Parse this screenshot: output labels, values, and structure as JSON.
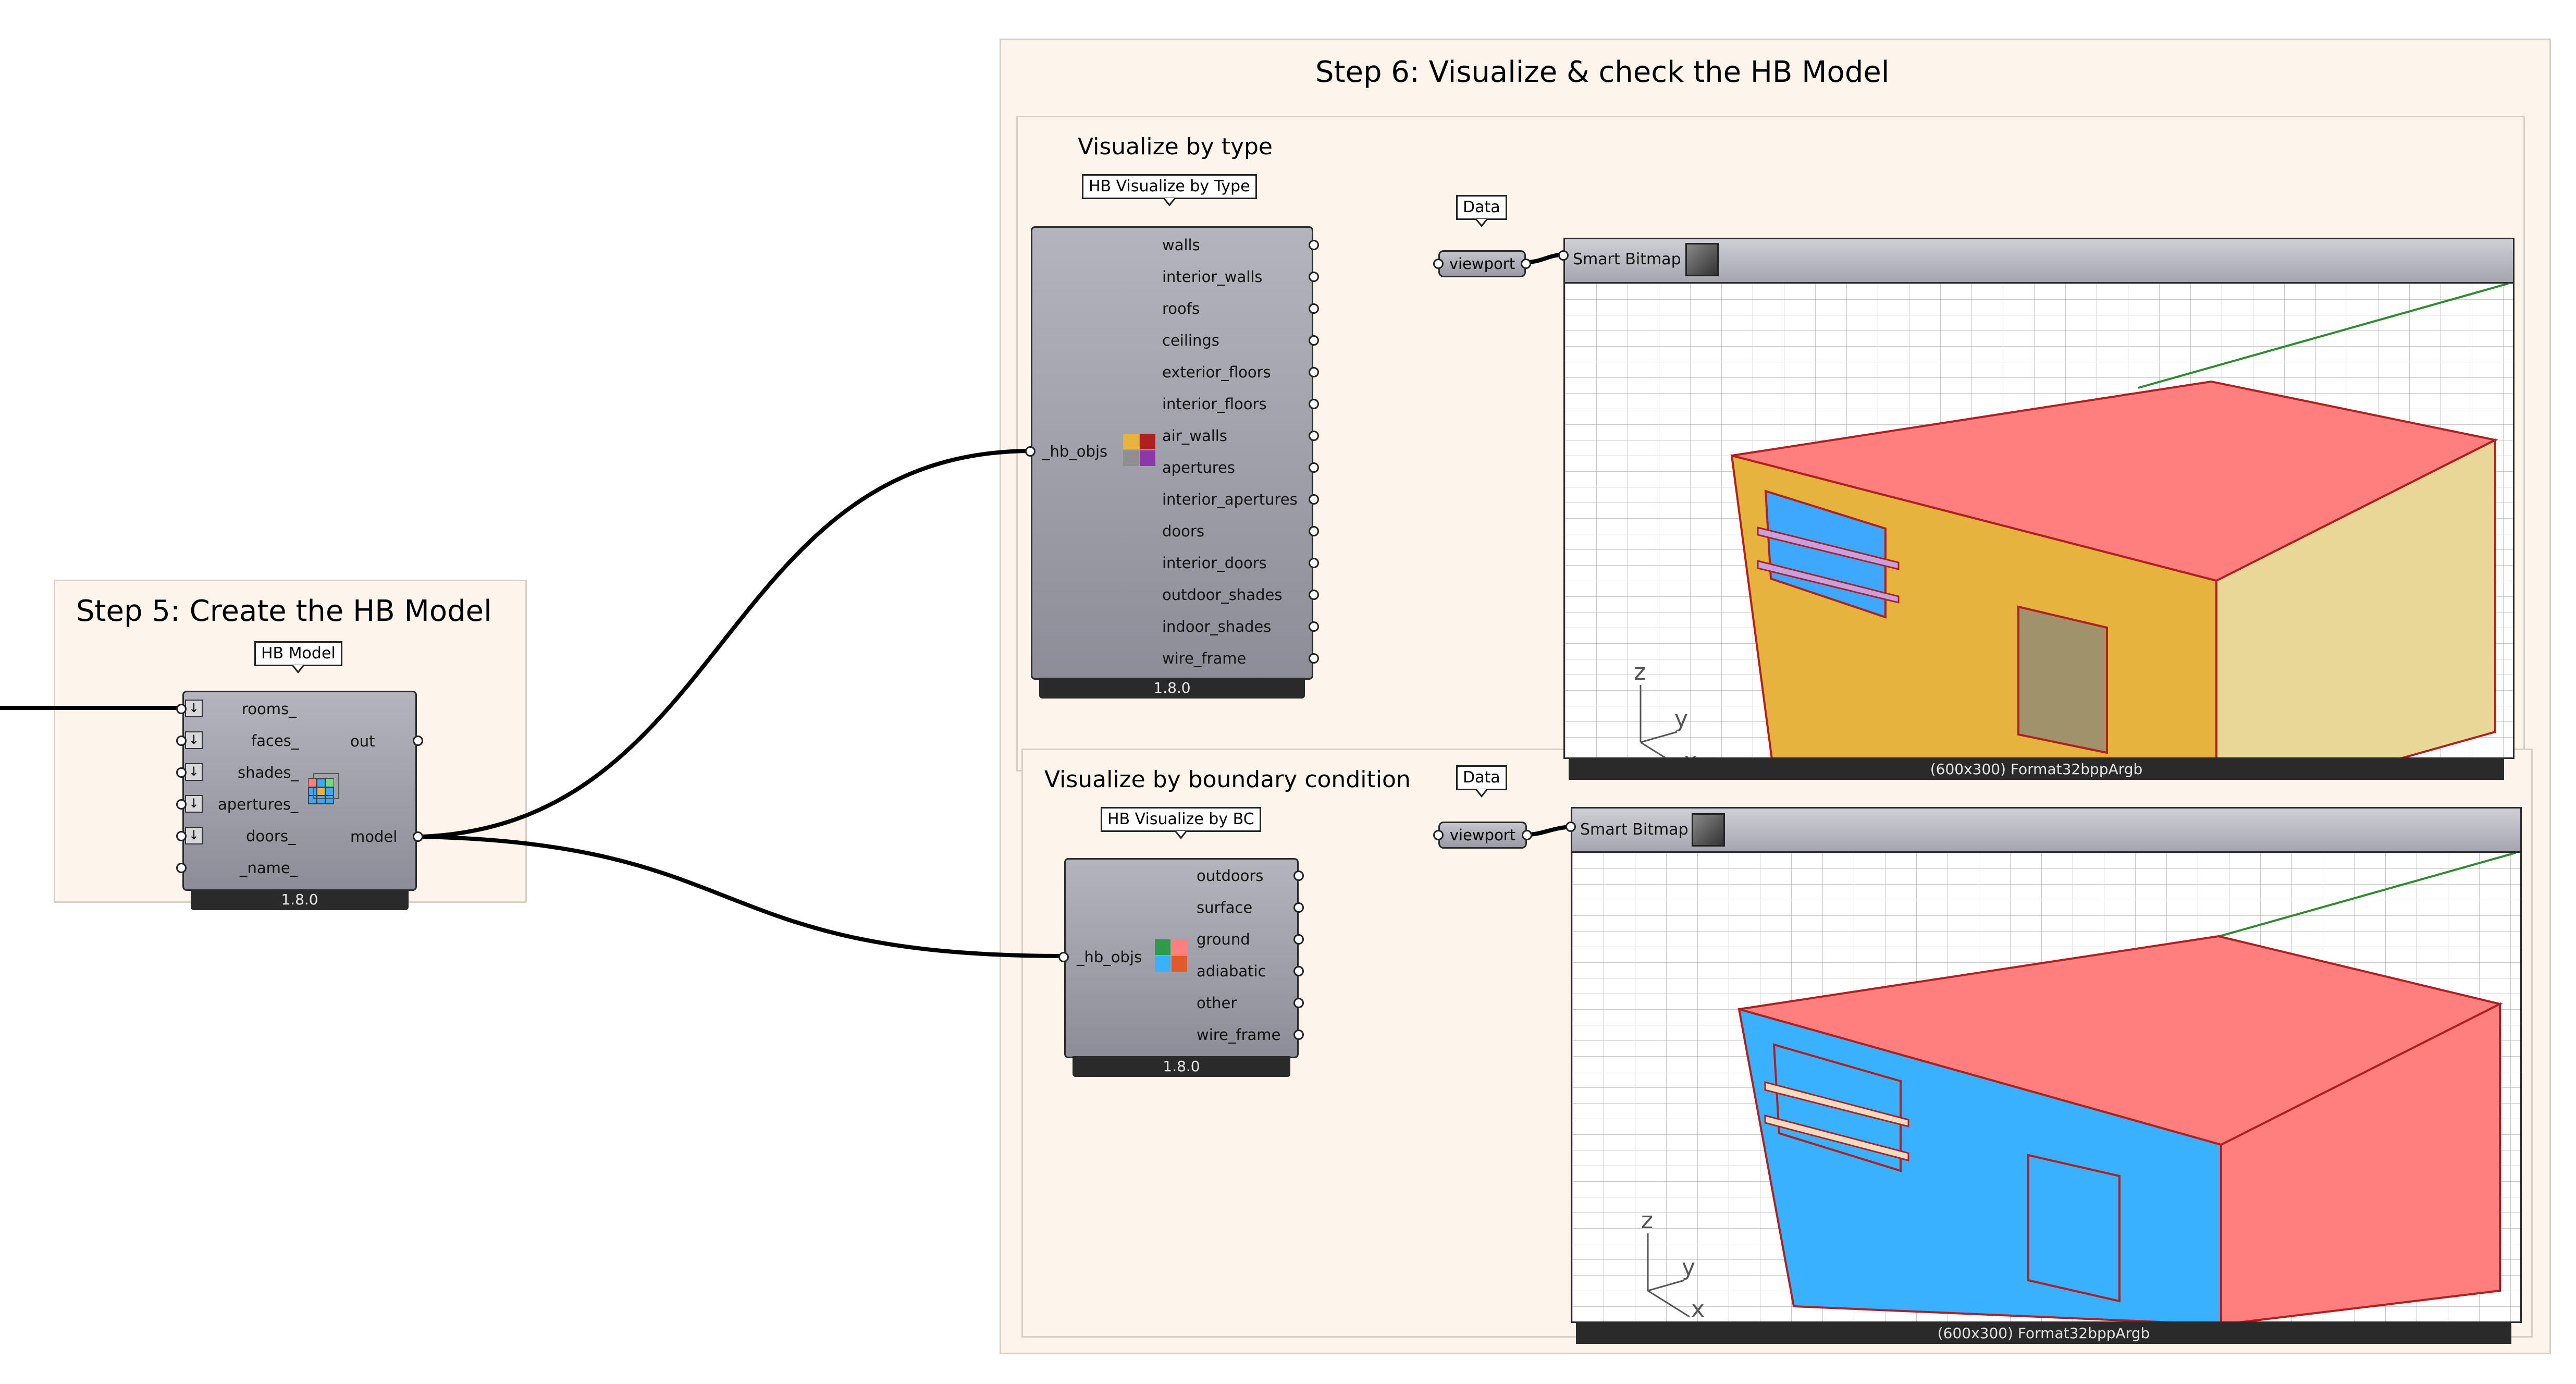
{
  "step5": {
    "title": "Step 5: Create the HB Model",
    "component": {
      "label": "HB Model",
      "inputs": [
        "rooms_",
        "faces_",
        "shades_",
        "apertures_",
        "doors_",
        "_name_"
      ],
      "outputs": [
        "out",
        "model"
      ],
      "version": "1.8.0"
    }
  },
  "step6": {
    "title": "Step 6: Visualize & check the HB Model",
    "by_type": {
      "title": "Visualize by type",
      "component": {
        "label": "HB Visualize by Type",
        "input": "_hb_objs",
        "outputs": [
          "walls",
          "interior_walls",
          "roofs",
          "ceilings",
          "exterior_floors",
          "interior_floors",
          "air_walls",
          "apertures",
          "interior_apertures",
          "doors",
          "interior_doors",
          "outdoor_shades",
          "indoor_shades",
          "wire_frame"
        ],
        "version": "1.8.0"
      },
      "data_label": "Data",
      "param": "viewport",
      "bitmap": {
        "title": "Smart Bitmap",
        "footer": "(600x300) Format32bppArgb"
      }
    },
    "by_bc": {
      "title": "Visualize by boundary condition",
      "component": {
        "label": "HB Visualize by BC",
        "input": "_hb_objs",
        "outputs": [
          "outdoors",
          "surface",
          "ground",
          "adiabatic",
          "other",
          "wire_frame"
        ],
        "version": "1.8.0"
      },
      "data_label": "Data",
      "param": "viewport",
      "bitmap": {
        "title": "Smart Bitmap",
        "footer": "(600x300) Format32bppArgb"
      }
    }
  },
  "axes": {
    "x": "x",
    "y": "y",
    "z": "z"
  },
  "colors": {
    "group_fill": "#fdf4ec",
    "roof": "#ff7f7f",
    "wall": "#e6b33c",
    "wall_side": "#e8d898",
    "aperture": "#3ea8ff",
    "door": "#a0926a",
    "bc_outdoors": "#3ab1ff",
    "wire": "#111111"
  }
}
